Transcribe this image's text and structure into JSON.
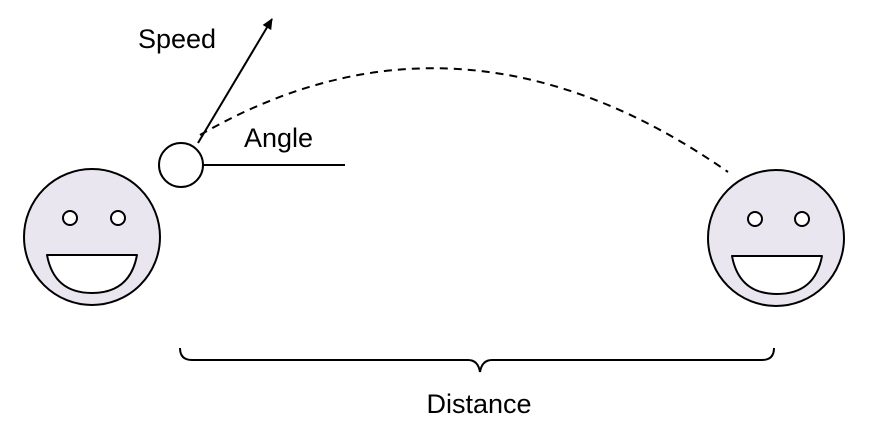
{
  "labels": {
    "speed": "Speed",
    "angle": "Angle",
    "distance": "Distance"
  },
  "colors": {
    "face_fill": "#e9e6f0",
    "ball_fill": "#ffffff",
    "line": "#000000"
  },
  "figures": {
    "thrower": "smiley-face",
    "catcher": "smiley-face",
    "projectile": "ball"
  }
}
